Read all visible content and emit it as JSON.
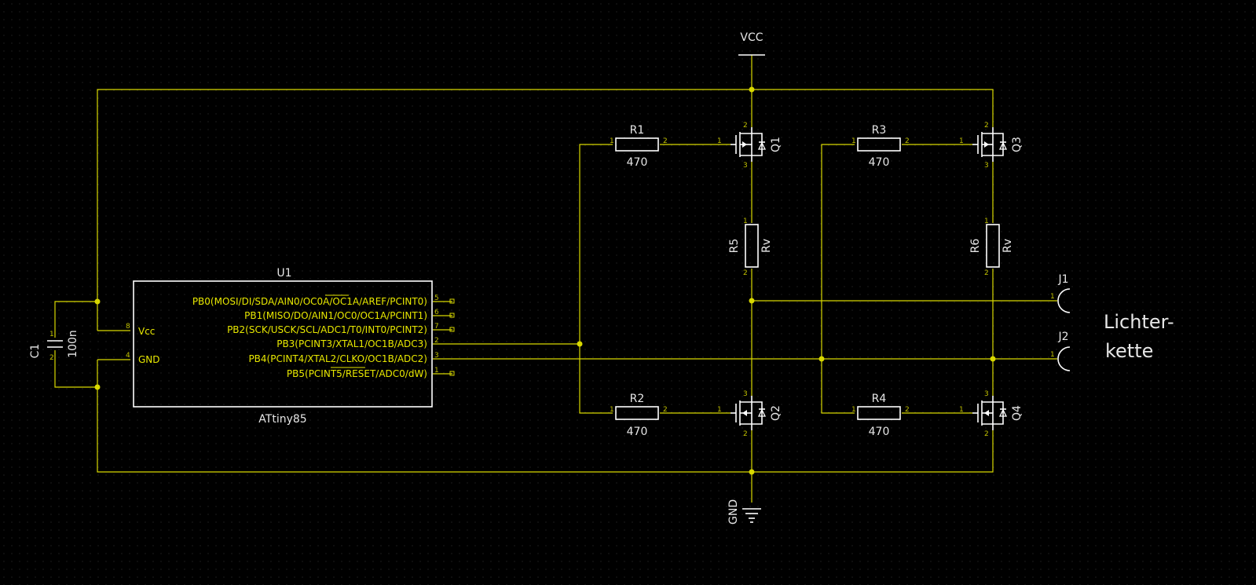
{
  "colors": {
    "background": "#000000",
    "wire": "#d8d800",
    "symbol": "#ffffff",
    "grid": "#3a3a3a"
  },
  "power": {
    "vcc": "VCC",
    "gnd": "GND"
  },
  "mcu": {
    "ref": "U1",
    "value": "ATtiny85",
    "vcc_label": "Vcc",
    "gnd_label": "GND",
    "pins": [
      {
        "label": "PB0(MOSI/DI/SDA/AIN0/OC0A/OC1A/AREF/PCINT0)",
        "num": "5"
      },
      {
        "label": "PB1(MISO/DO/AIN1/OC0/OC1A/PCINT1)",
        "num": "6"
      },
      {
        "label": "PB2(SCK/USCK/SCL/ADC1/T0/INT0/PCINT2)",
        "num": "7"
      },
      {
        "label": "PB3(PCINT3/XTAL1/OC1B/ADC3)",
        "num": "2"
      },
      {
        "label": "PB4(PCINT4/XTAL2/CLKO/OC1B/ADC2)",
        "num": "3"
      },
      {
        "label": "PB5(PCINT5/RESET/ADC0/dW)",
        "num": "1"
      }
    ],
    "vcc_num": "8",
    "gnd_num": "4"
  },
  "capacitor": {
    "ref": "C1",
    "value": "100n"
  },
  "resistors": [
    {
      "ref": "R1",
      "value": "470"
    },
    {
      "ref": "R2",
      "value": "470"
    },
    {
      "ref": "R3",
      "value": "470"
    },
    {
      "ref": "R4",
      "value": "470"
    },
    {
      "ref": "R5",
      "value": "Rv"
    },
    {
      "ref": "R6",
      "value": "Rv"
    }
  ],
  "transistors": [
    {
      "ref": "Q1"
    },
    {
      "ref": "Q2"
    },
    {
      "ref": "Q3"
    },
    {
      "ref": "Q4"
    }
  ],
  "connectors": [
    {
      "ref": "J1",
      "pin": "1"
    },
    {
      "ref": "J2",
      "pin": "1"
    }
  ],
  "note": {
    "line1": "Lichter-",
    "line2": "kette"
  }
}
